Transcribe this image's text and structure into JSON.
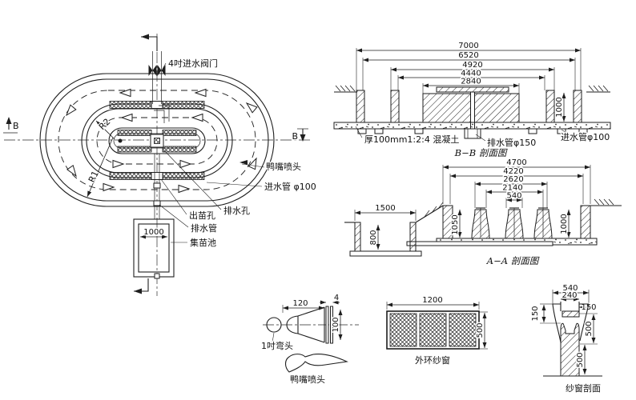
{
  "colors": {
    "ink": "#1e1e1e",
    "paper": "#ffffff"
  },
  "plan": {
    "valve_label": "4吋进水阀门",
    "marker_b_left": "B",
    "marker_b_right": "B",
    "radius_r1": "R1",
    "radius_r2": "R2",
    "label_duckbill": "鸭嘴喷头",
    "label_inlet_pipe": "进水管 φ100",
    "label_drain_hole": "排水孔",
    "label_fry_hole": "出苗孔",
    "label_drain_pipe": "排水管",
    "label_pool": "集苗池",
    "dim_pool_width": "1000"
  },
  "section_bb": {
    "title": "B−B 剖面图",
    "dims": [
      "7000",
      "6520",
      "4920",
      "4440",
      "2840"
    ],
    "dim_depth": "1000",
    "label_concrete": "厚100mm1:2:4 混凝土",
    "label_drain": "排水管φ150",
    "label_inlet": "进水管φ100"
  },
  "section_aa": {
    "title": "A−A 剖面图",
    "dims": [
      "4700",
      "4220",
      "2620",
      "2140",
      "540"
    ],
    "dim_pool_width": "1500",
    "dim_pool_depth": "800",
    "dim_depth_left": "1050",
    "dim_depth_right": "1000"
  },
  "nozzle": {
    "dim_length": "120",
    "dim_plate": "4",
    "dim_height": "100",
    "label_elbow": "1吋弯头",
    "label_duckbill": "鸭嘴喷头"
  },
  "screen_window": {
    "dim_width": "1200",
    "dim_height": "500",
    "label": "外环纱窗"
  },
  "screen_section": {
    "title": "纱窗剖面",
    "dim_top": "540",
    "dim_inner": "240",
    "dim_cap": "150",
    "dim_flare": "150",
    "dim_upper": "500",
    "dim_lower": "500"
  }
}
